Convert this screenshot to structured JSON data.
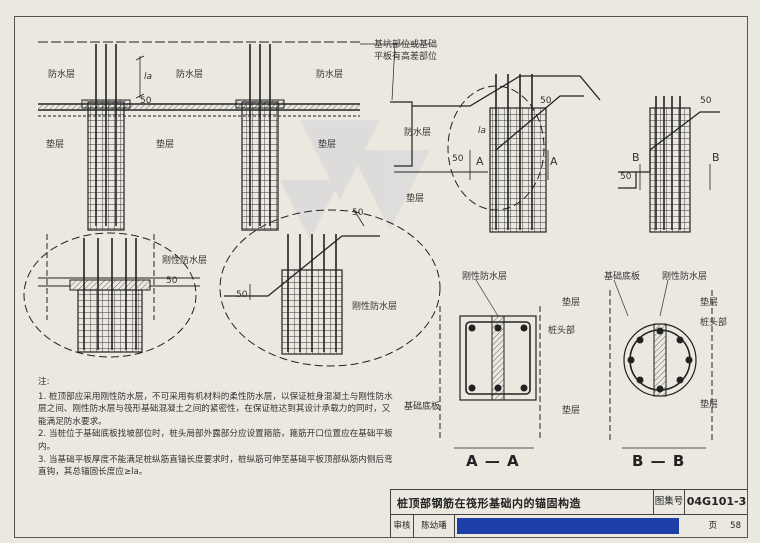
{
  "drawing": {
    "title": "桩顶部钢筋在筏形基础内的锚固构造",
    "set_label": "图集号",
    "set_number": "04G101-3",
    "review_label": "审核",
    "review_name": "陈幼璠",
    "page_label": "页",
    "page_number": "58"
  },
  "labels": {
    "waterproof": "防水层",
    "cushion": "垫层",
    "rigid_waterproof": "刚性防水层",
    "base_plate": "基础底板",
    "pile_head": "桩头部",
    "la": "la",
    "dim50": "50",
    "pit_note_line1": "基坑部位或基础",
    "pit_note_line2": "平板有高差部位",
    "cut_a": "A",
    "cut_b": "B"
  },
  "sections": {
    "a": "A — A",
    "b": "B — B"
  },
  "notes": {
    "heading": "注:",
    "items": [
      "1. 桩顶部应采用刚性防水层，不可采用有机材料的柔性防水层，以保证桩身混凝土与刚性防水层之间、刚性防水层与筏形基础混凝土之间的紧密性，在保证桩达到其设计承载力的同时，又能满足防水要求。",
      "2. 当桩位于基础底板找坡部位时，桩头局部外露部分应设置箍筋，箍筋开口位置应在基础平板内。",
      "3. 当基础平板厚度不能满足桩纵筋直锚长度要求时，桩纵筋可伸至基础平板顶部纵筋内侧后弯直钩，其总锚固长度应≥la。"
    ]
  }
}
